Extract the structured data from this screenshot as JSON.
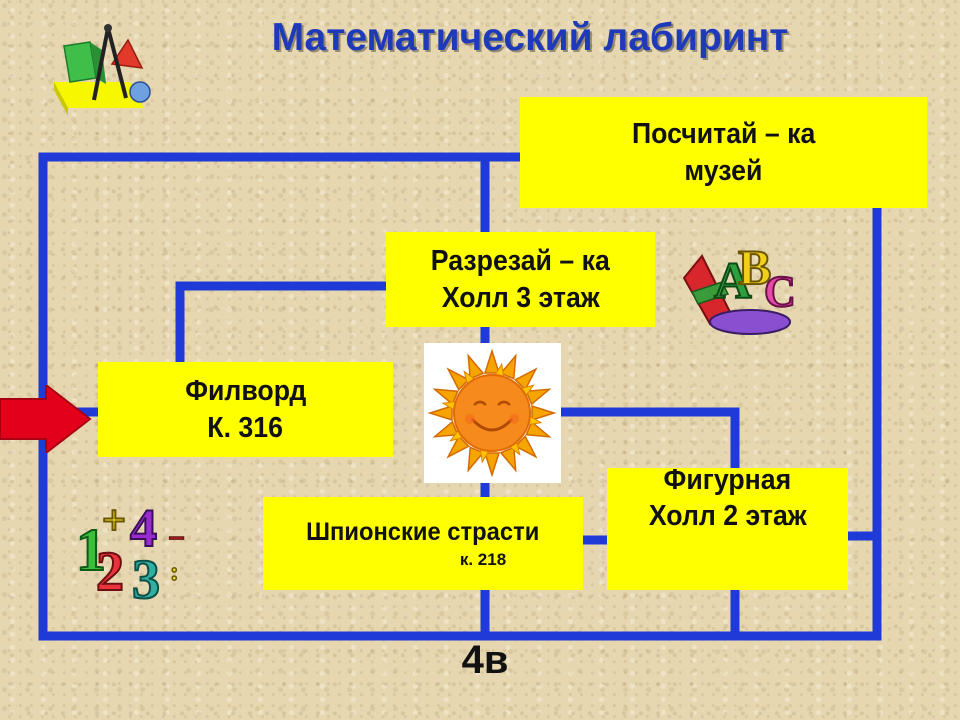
{
  "title": "Математический лабиринт",
  "rooms": {
    "museum": {
      "line1": "Посчитай – ка",
      "line2": "музей"
    },
    "cut": {
      "line1": "Разрезай – ка",
      "line2": "Холл 3 этаж"
    },
    "filword": {
      "line1": "Филворд",
      "line2": "К. 316"
    },
    "spy": {
      "line1": "Шпионские страсти",
      "line2": "к. 218"
    },
    "figure": {
      "line1": "Фигурная",
      "line2": "Холл 2 этаж"
    }
  },
  "class_label": "4в",
  "colors": {
    "maze_line": "#1f3ad6",
    "room_fill": "#ffff00",
    "title": "#1f3ab8",
    "start_arrow": "#e3001b",
    "background": "#e6d7b0"
  },
  "icons": [
    "geometry-tools-icon",
    "abc-letters-icon",
    "sun-icon",
    "numbers-icon",
    "start-arrow-icon"
  ]
}
